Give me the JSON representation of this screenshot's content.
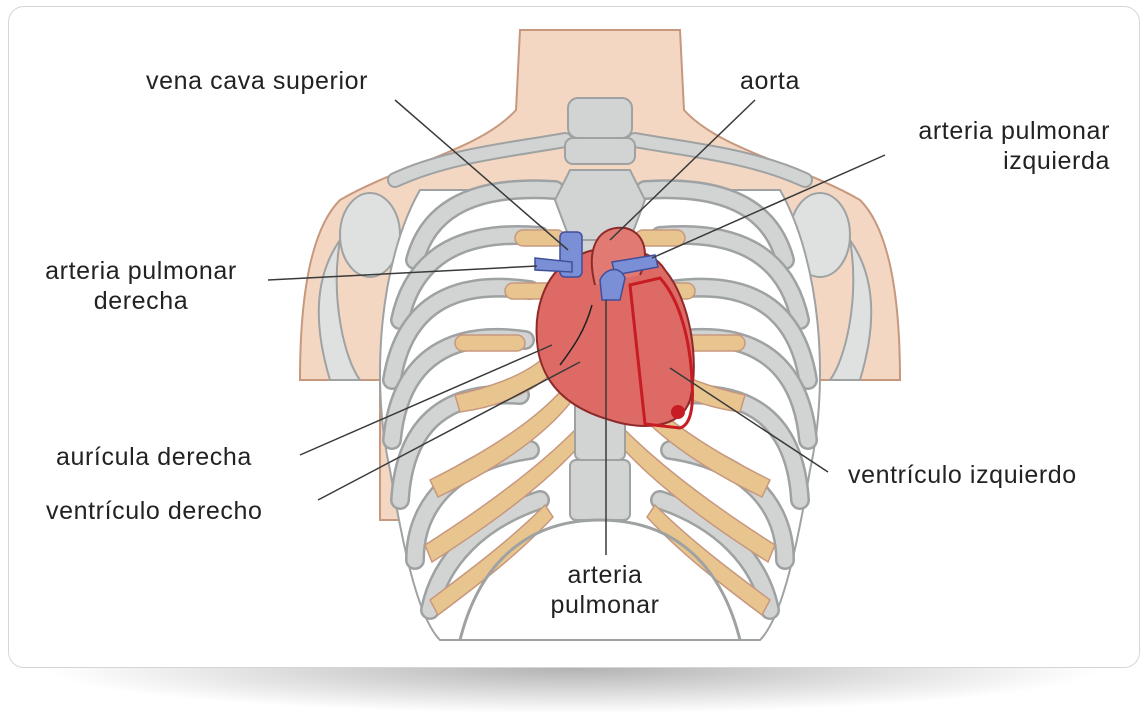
{
  "labels": {
    "vena_cava_superior": "vena cava superior",
    "aorta": "aorta",
    "arteria_pulmonar_izquierda_l1": "arteria pulmonar",
    "arteria_pulmonar_izquierda_l2": "izquierda",
    "arteria_pulmonar_derecha_l1": "arteria pulmonar",
    "arteria_pulmonar_derecha_l2": "derecha",
    "auricula_derecha": "aurícula derecha",
    "ventriculo_derecho": "ventrículo derecho",
    "ventriculo_izquierdo": "ventrículo izquierdo",
    "arteria_pulmonar_l1": "arteria",
    "arteria_pulmonar_l2": "pulmonar"
  },
  "colors": {
    "skin": "#f3d7c3",
    "skin_outline": "#c7987e",
    "bone": "#d2d4d4",
    "bone_outline": "#9fa2a2",
    "cartilage": "#e8c48f",
    "heart": "#dd6a64",
    "heart_outline": "#8e2a2a",
    "vessel_blue": "#7b8fd6",
    "highlight_red": "#c81c24",
    "leader_line": "#3a3a3a"
  }
}
